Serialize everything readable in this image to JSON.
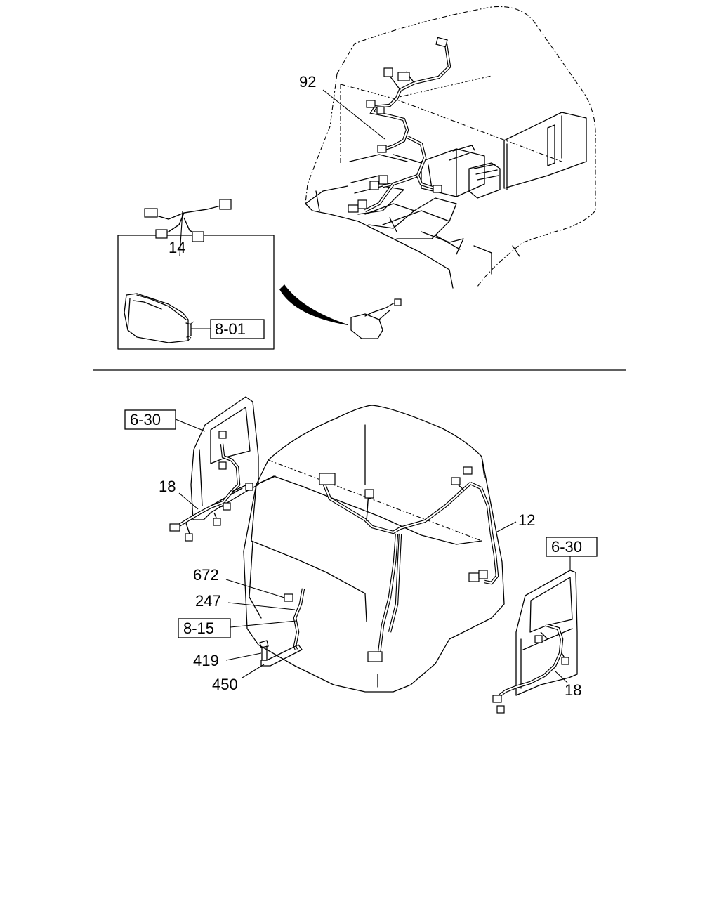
{
  "callouts": {
    "c92": "92",
    "c14": "14",
    "c8_01": "8-01",
    "c6_30_left": "6-30",
    "c18_left": "18",
    "c12": "12",
    "c6_30_right": "6-30",
    "c672": "672",
    "c247": "247",
    "c8_15": "8-15",
    "c419": "419",
    "c450": "450",
    "c18_right": "18"
  }
}
